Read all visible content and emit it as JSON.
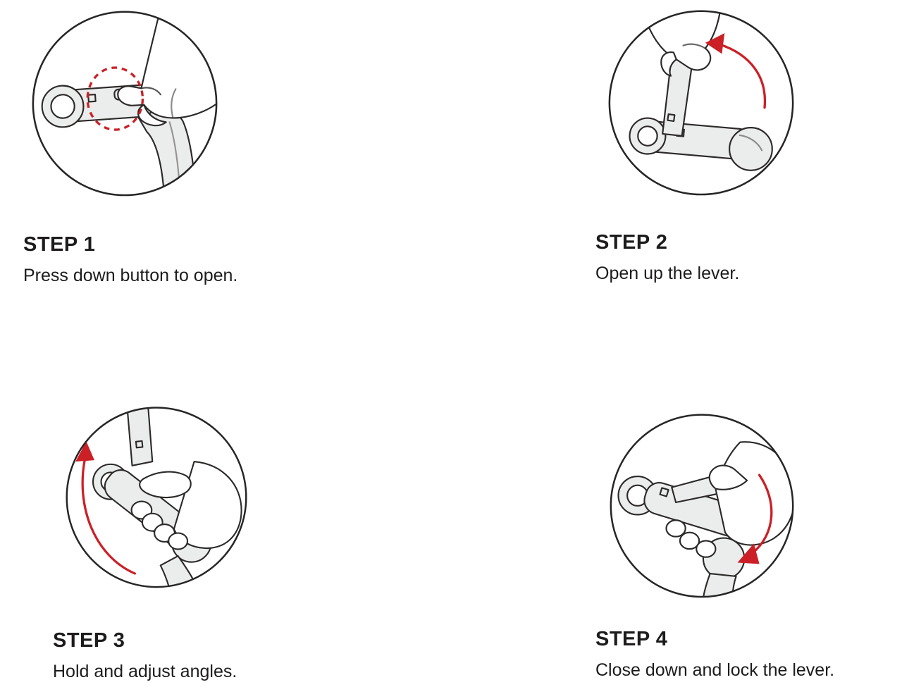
{
  "colors": {
    "background": "#ffffff",
    "line": "#2c2a29",
    "metal_fill": "#ebecec",
    "accent_red": "#cb2026",
    "text": "#1d1b1b"
  },
  "steps": [
    {
      "title": "STEP 1",
      "description": "Press down button to open.",
      "illustration": "hand-pressing-release-button-on-closed-lever",
      "highlight": "red-dashed-circle-around-button"
    },
    {
      "title": "STEP 2",
      "description": "Open up the lever.",
      "illustration": "hand-lifting-lever-strip-upward",
      "highlight": "red-arrow-curving-up"
    },
    {
      "title": "STEP 3",
      "description": "Hold and adjust angles.",
      "illustration": "hand-gripping-open-lever-while-rotating",
      "highlight": "red-arrow-curving-along-left-side"
    },
    {
      "title": "STEP 4",
      "description": "Close down and lock the lever.",
      "illustration": "hand-pressing-lever-strip-closed",
      "highlight": "red-arrow-curving-down-right"
    }
  ]
}
